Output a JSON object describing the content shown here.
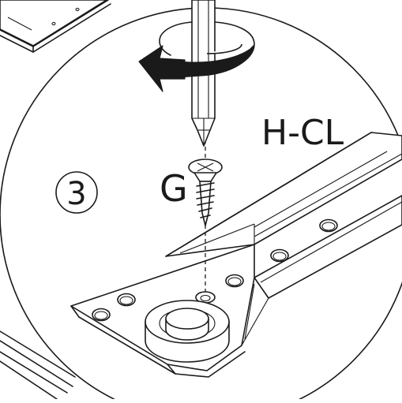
{
  "step": {
    "number": "3"
  },
  "labels": {
    "screw": "G",
    "part": "H-CL"
  },
  "colors": {
    "line": "#1a1a1a",
    "background": "#ffffff"
  },
  "icons": {
    "rotation": "clockwise-rotation-arrow-icon",
    "screwdriver": "phillips-screwdriver-icon",
    "screw": "phillips-screw-icon"
  }
}
